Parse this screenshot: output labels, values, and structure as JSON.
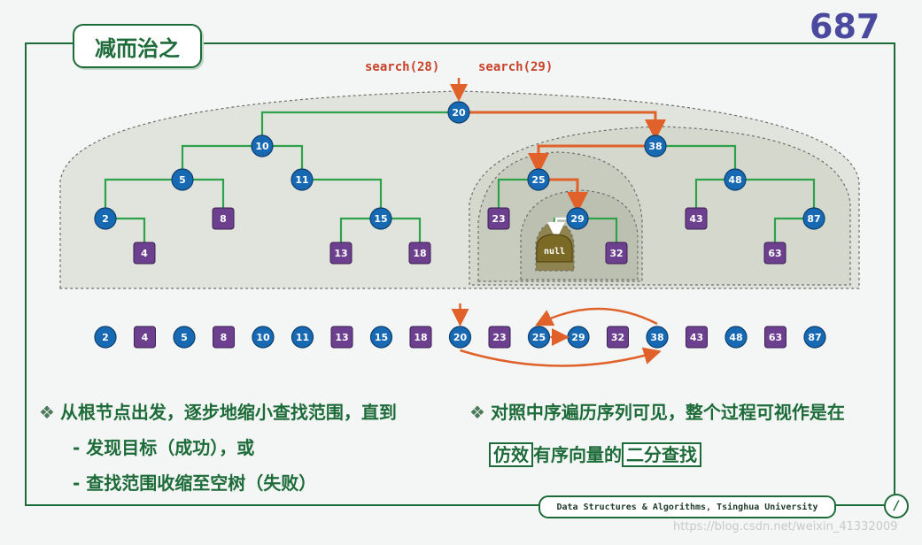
{
  "title": "减而治之",
  "page_number": "687",
  "search_labels": [
    "search(28)",
    "search(29)"
  ],
  "tree": {
    "nodes": [
      {
        "id": "n20",
        "label": "20",
        "kind": "internal"
      },
      {
        "id": "n10",
        "label": "10",
        "kind": "internal"
      },
      {
        "id": "n38",
        "label": "38",
        "kind": "internal"
      },
      {
        "id": "n5",
        "label": "5",
        "kind": "internal"
      },
      {
        "id": "n11",
        "label": "11",
        "kind": "internal"
      },
      {
        "id": "n25",
        "label": "25",
        "kind": "internal"
      },
      {
        "id": "n48",
        "label": "48",
        "kind": "internal"
      },
      {
        "id": "n2",
        "label": "2",
        "kind": "internal"
      },
      {
        "id": "n8",
        "label": "8",
        "kind": "leaf"
      },
      {
        "id": "n15",
        "label": "15",
        "kind": "internal"
      },
      {
        "id": "n23",
        "label": "23",
        "kind": "leaf"
      },
      {
        "id": "n29",
        "label": "29",
        "kind": "internal"
      },
      {
        "id": "n43",
        "label": "43",
        "kind": "leaf"
      },
      {
        "id": "n87",
        "label": "87",
        "kind": "internal"
      },
      {
        "id": "n4",
        "label": "4",
        "kind": "leaf"
      },
      {
        "id": "n13",
        "label": "13",
        "kind": "leaf"
      },
      {
        "id": "n18",
        "label": "18",
        "kind": "leaf"
      },
      {
        "id": "nnull",
        "label": "null",
        "kind": "null"
      },
      {
        "id": "n32",
        "label": "32",
        "kind": "leaf"
      },
      {
        "id": "n63",
        "label": "63",
        "kind": "leaf"
      }
    ],
    "edges": [
      [
        "n20",
        "n10"
      ],
      [
        "n20",
        "n38"
      ],
      [
        "n10",
        "n5"
      ],
      [
        "n10",
        "n11"
      ],
      [
        "n38",
        "n25"
      ],
      [
        "n38",
        "n48"
      ],
      [
        "n5",
        "n2"
      ],
      [
        "n5",
        "n8"
      ],
      [
        "n11",
        "n15"
      ],
      [
        "n25",
        "n23"
      ],
      [
        "n25",
        "n29"
      ],
      [
        "n48",
        "n43"
      ],
      [
        "n48",
        "n87"
      ],
      [
        "n2",
        "n4"
      ],
      [
        "n15",
        "n13"
      ],
      [
        "n15",
        "n18"
      ],
      [
        "n29",
        "nnull"
      ],
      [
        "n29",
        "n32"
      ],
      [
        "n87",
        "n63"
      ]
    ],
    "search_path": [
      "n20",
      "n38",
      "n25",
      "n29"
    ]
  },
  "inorder": [
    {
      "label": "2",
      "kind": "internal"
    },
    {
      "label": "4",
      "kind": "leaf"
    },
    {
      "label": "5",
      "kind": "internal"
    },
    {
      "label": "8",
      "kind": "leaf"
    },
    {
      "label": "10",
      "kind": "internal"
    },
    {
      "label": "11",
      "kind": "internal"
    },
    {
      "label": "13",
      "kind": "leaf"
    },
    {
      "label": "15",
      "kind": "internal"
    },
    {
      "label": "18",
      "kind": "leaf"
    },
    {
      "label": "20",
      "kind": "internal"
    },
    {
      "label": "23",
      "kind": "leaf"
    },
    {
      "label": "25",
      "kind": "internal"
    },
    {
      "label": "29",
      "kind": "internal"
    },
    {
      "label": "32",
      "kind": "leaf"
    },
    {
      "label": "38",
      "kind": "internal"
    },
    {
      "label": "43",
      "kind": "leaf"
    },
    {
      "label": "48",
      "kind": "internal"
    },
    {
      "label": "63",
      "kind": "leaf"
    },
    {
      "label": "87",
      "kind": "internal"
    }
  ],
  "bullets": {
    "left_main": "从根节点出发，逐步地缩小查找范围，直到",
    "left_sub1": "- 发现目标（成功），或",
    "left_sub2": "- 查找范围收缩至空树（失败）",
    "right_main": "对照中序遍历序列可见，整个过程可视作是在",
    "right_box1": "仿效",
    "right_mid": "有序向量的",
    "right_box2": "二分查找"
  },
  "bullet_mark": "❖",
  "footer_text": "Data Structures & Algorithms, Tsinghua University",
  "footer_badge": "/",
  "watermark": "https://blog.csdn.net/weixin_41332009",
  "colors": {
    "internal_node": "#1769b4",
    "leaf_node": "#6c3f8f",
    "null_node": "#7a6a25",
    "tree_edge": "#2ea24a",
    "search_path": "#e0622a",
    "region_fill": "#dfe3da",
    "frame": "#1e6b3a"
  }
}
